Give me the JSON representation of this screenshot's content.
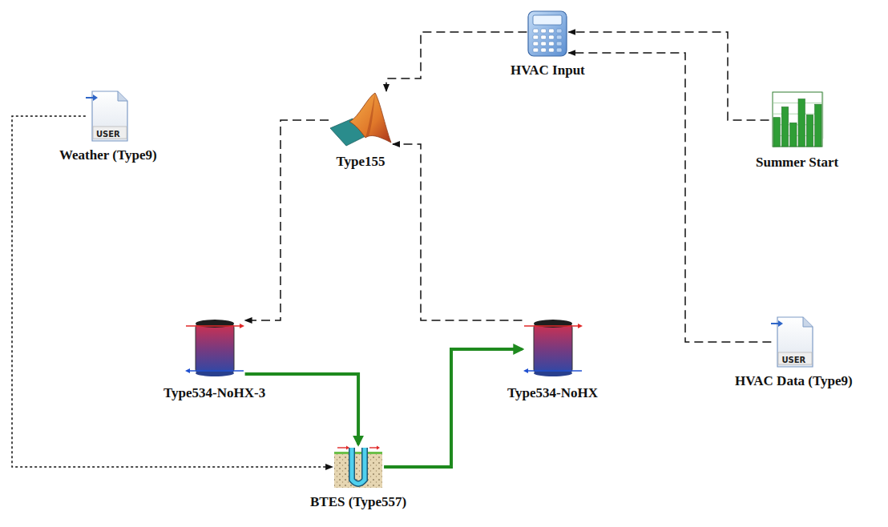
{
  "diagram": {
    "nodes": [
      {
        "text": [
          "HVAC Input"
        ]
      },
      {
        "text": [
          "USER",
          "Weather (Type9)"
        ]
      },
      {
        "text": [
          "Type155"
        ]
      },
      {
        "text": [
          "Summer Start"
        ]
      },
      {
        "text": [
          "Type534-NoHX-3"
        ]
      },
      {
        "text": [
          "Type534-NoHX"
        ]
      },
      {
        "text": [
          "USER",
          "HVAC Data (Type9)"
        ]
      },
      {
        "text": [
          "BTES (Type557)"
        ]
      }
    ],
    "edges": [
      {
        "from": 3,
        "to": 0,
        "arrow": "to"
      },
      {
        "from": 6,
        "to": 0,
        "arrow": "to"
      },
      {
        "from": 0,
        "to": 2,
        "arrow": "to"
      },
      {
        "from": 1,
        "to": 7,
        "arrow": "to"
      },
      {
        "from": 2,
        "to": 4,
        "arrow": "to"
      },
      {
        "from": 5,
        "to": 2,
        "arrow": "to"
      },
      {
        "from": 4,
        "to": 7,
        "arrow": "to"
      },
      {
        "from": 7,
        "to": 5,
        "arrow": "to"
      }
    ]
  }
}
